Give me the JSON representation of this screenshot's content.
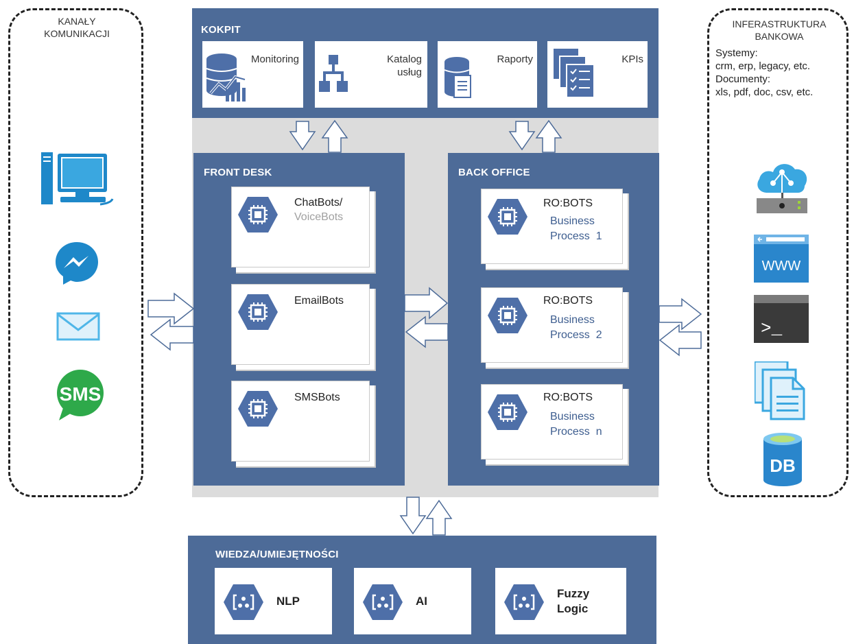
{
  "channels": {
    "title_line1": "KANAŁY",
    "title_line2": "KOMUNIKACJI"
  },
  "cockpit": {
    "title": "KOKPIT",
    "items": [
      {
        "label": "Monitoring",
        "icon": "monitoring-icon"
      },
      {
        "label_line1": "Katalog",
        "label_line2": "usług",
        "icon": "hierarchy-icon"
      },
      {
        "label": "Raporty",
        "icon": "report-database-icon"
      },
      {
        "label": "KPIs",
        "icon": "checklist-icon"
      }
    ]
  },
  "front_desk": {
    "title": "FRONT DESK",
    "bots": [
      {
        "title": "ChatBots/",
        "subtitle": "VoiceBots"
      },
      {
        "title": "EmailBots"
      },
      {
        "title": "SMSBots"
      }
    ]
  },
  "back_office": {
    "title": "BACK OFFICE",
    "bots": [
      {
        "title": "RO:BOTS",
        "line1": "Business",
        "line2": "Process  1"
      },
      {
        "title": "RO:BOTS",
        "line1": "Business",
        "line2": "Process  2"
      },
      {
        "title": "RO:BOTS",
        "line1": "Business",
        "line2": "Process  n"
      }
    ]
  },
  "infrastructure": {
    "title_line1": "INFERASTRUKTURA",
    "title_line2": "BANKOWA",
    "lines": [
      "Systemy:",
      "crm, erp, legacy, etc.",
      "Documenty:",
      "xls, pdf, doc, csv, etc."
    ],
    "db_label": "DB",
    "www_label": "WWW",
    "prompt_label": ">_"
  },
  "knowledge": {
    "title": "WIEDZA/UMIEJĘTNOŚCI",
    "items": [
      {
        "line1": "NLP"
      },
      {
        "line1": "AI"
      },
      {
        "line1": "Fuzzy",
        "line2": "Logic"
      }
    ]
  },
  "sms_label": "SMS",
  "colors": {
    "panel": "#4d6b98",
    "background_band": "#dcdcdc",
    "hexagon": "#4e6fa8",
    "process_text": "#3d5d8f",
    "icon_blue": "#1e88c9"
  }
}
